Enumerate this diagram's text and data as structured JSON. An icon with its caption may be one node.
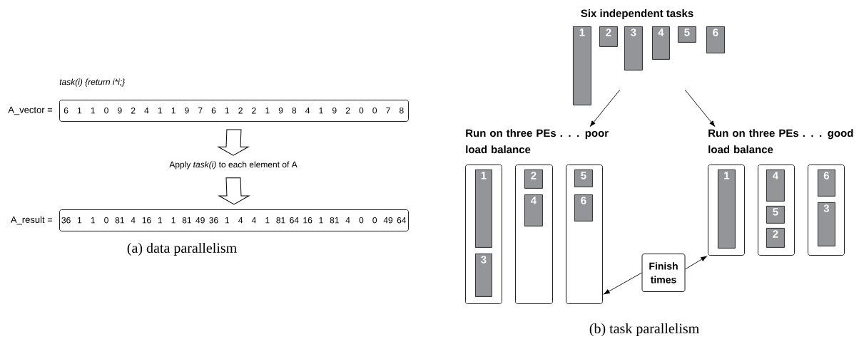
{
  "diagram": {
    "nodes": [
      {
        "text": [],
        "shape": "box",
        "beside": [
          "A_vector ="
        ]
      },
      {
        "text": [
          "6"
        ],
        "in": 0
      },
      {
        "text": [
          "1"
        ],
        "in": 0
      },
      {
        "text": [
          "1"
        ],
        "in": 0
      },
      {
        "text": [
          "0"
        ],
        "in": 0
      },
      {
        "text": [
          "9"
        ],
        "in": 0
      },
      {
        "text": [
          "2"
        ],
        "in": 0
      },
      {
        "text": [
          "4"
        ],
        "in": 0
      },
      {
        "text": [
          "1"
        ],
        "in": 0
      },
      {
        "text": [
          "1"
        ],
        "in": 0
      },
      {
        "text": [
          "9"
        ],
        "in": 0
      },
      {
        "text": [
          "7"
        ],
        "in": 0
      },
      {
        "text": [
          "6"
        ],
        "in": 0
      },
      {
        "text": [
          "1"
        ],
        "in": 0
      },
      {
        "text": [
          "2"
        ],
        "in": 0
      },
      {
        "text": [
          "2"
        ],
        "in": 0
      },
      {
        "text": [
          "1"
        ],
        "in": 0
      },
      {
        "text": [
          "9"
        ],
        "in": 0
      },
      {
        "text": [
          "8"
        ],
        "in": 0
      },
      {
        "text": [
          "4"
        ],
        "in": 0
      },
      {
        "text": [
          "1"
        ],
        "in": 0
      },
      {
        "text": [
          "9"
        ],
        "in": 0
      },
      {
        "text": [
          "2"
        ],
        "in": 0
      },
      {
        "text": [
          "0"
        ],
        "in": 0
      },
      {
        "text": [
          "0"
        ],
        "in": 0
      },
      {
        "text": [
          "7"
        ],
        "in": 0
      },
      {
        "text": [
          "8"
        ],
        "in": 0
      },
      {
        "text": [
          "Apply *task(i)* to each element of A"
        ]
      },
      {
        "text": [],
        "shape": "box",
        "beside": [
          "A_result ="
        ]
      },
      {
        "text": [
          "36"
        ],
        "in": 28
      },
      {
        "text": [
          "1"
        ],
        "in": 28
      },
      {
        "text": [
          "1"
        ],
        "in": 28
      },
      {
        "text": [
          "0"
        ],
        "in": 28
      },
      {
        "text": [
          "81"
        ],
        "in": 28
      },
      {
        "text": [
          "4"
        ],
        "in": 28
      },
      {
        "text": [
          "16"
        ],
        "in": 28
      },
      {
        "text": [
          "1"
        ],
        "in": 28
      },
      {
        "text": [
          "1"
        ],
        "in": 28
      },
      {
        "text": [
          "81"
        ],
        "in": 28
      },
      {
        "text": [
          "49"
        ],
        "in": 28
      },
      {
        "text": [
          "36"
        ],
        "in": 28
      },
      {
        "text": [
          "1"
        ],
        "in": 28
      },
      {
        "text": [
          "4"
        ],
        "in": 28
      },
      {
        "text": [
          "4"
        ],
        "in": 28
      },
      {
        "text": [
          "1"
        ],
        "in": 28
      },
      {
        "text": [
          "81"
        ],
        "in": 28
      },
      {
        "text": [
          "64"
        ],
        "in": 28
      },
      {
        "text": [
          "16"
        ],
        "in": 28
      },
      {
        "text": [
          "1"
        ],
        "in": 28
      },
      {
        "text": [
          "81"
        ],
        "in": 28
      },
      {
        "text": [
          "4"
        ],
        "in": 28
      },
      {
        "text": [
          "0"
        ],
        "in": 28
      },
      {
        "text": [
          "0"
        ],
        "in": 28
      },
      {
        "text": [
          "49"
        ],
        "in": 28
      },
      {
        "text": [
          "64"
        ],
        "in": 28
      },
      {
        "text": [
          "1"
        ]
      },
      {
        "text": [
          "2"
        ]
      },
      {
        "text": [
          "3"
        ]
      },
      {
        "text": [
          "4"
        ]
      },
      {
        "text": [
          "5"
        ]
      },
      {
        "text": [
          "6"
        ]
      },
      {
        "text": [
          "Run on three PEs . . . poor load balance"
        ]
      },
      {
        "text": [
          "Run on three PEs . . . good load balance"
        ]
      },
      {
        "text": [],
        "shape": "box"
      },
      {
        "text": [],
        "shape": "box"
      },
      {
        "text": [],
        "shape": "box"
      },
      {
        "text": [
          "1"
        ],
        "in": 63
      },
      {
        "text": [
          "3"
        ],
        "in": 63
      },
      {
        "text": [
          "2"
        ],
        "in": 64
      },
      {
        "text": [
          "4"
        ],
        "in": 64
      },
      {
        "text": [
          "5"
        ],
        "in": 65
      },
      {
        "text": [
          "6"
        ],
        "in": 65
      },
      {
        "text": [],
        "shape": "box"
      },
      {
        "text": [],
        "shape": "box"
      },
      {
        "text": [],
        "shape": "box"
      },
      {
        "text": [
          "1"
        ],
        "in": 72
      },
      {
        "text": [
          "4"
        ],
        "in": 73
      },
      {
        "text": [
          "5"
        ],
        "in": 73
      },
      {
        "text": [
          "2"
        ],
        "in": 73
      },
      {
        "text": [
          "6"
        ],
        "in": 74
      },
      {
        "text": [
          "3"
        ],
        "in": 74
      },
      {
        "text": [
          "Finish times"
        ]
      }
    ],
    "edges": [
      {
        "from": 0,
        "to": 27,
        "arrow": "to"
      },
      {
        "from": 27,
        "to": 28,
        "arrow": "to"
      },
      {
        "from": null,
        "to": 61,
        "arrow": "to"
      },
      {
        "from": null,
        "to": 62,
        "arrow": "to"
      },
      {
        "from": 81,
        "to": 65,
        "arrow": "to"
      },
      {
        "from": 81,
        "to": 72,
        "arrow": "to"
      }
    ],
    "labels": [
      "task(i) {return i*i;}",
      "Six independent tasks",
      "(a) data parallelism",
      "(b) task parallelism"
    ]
  }
}
